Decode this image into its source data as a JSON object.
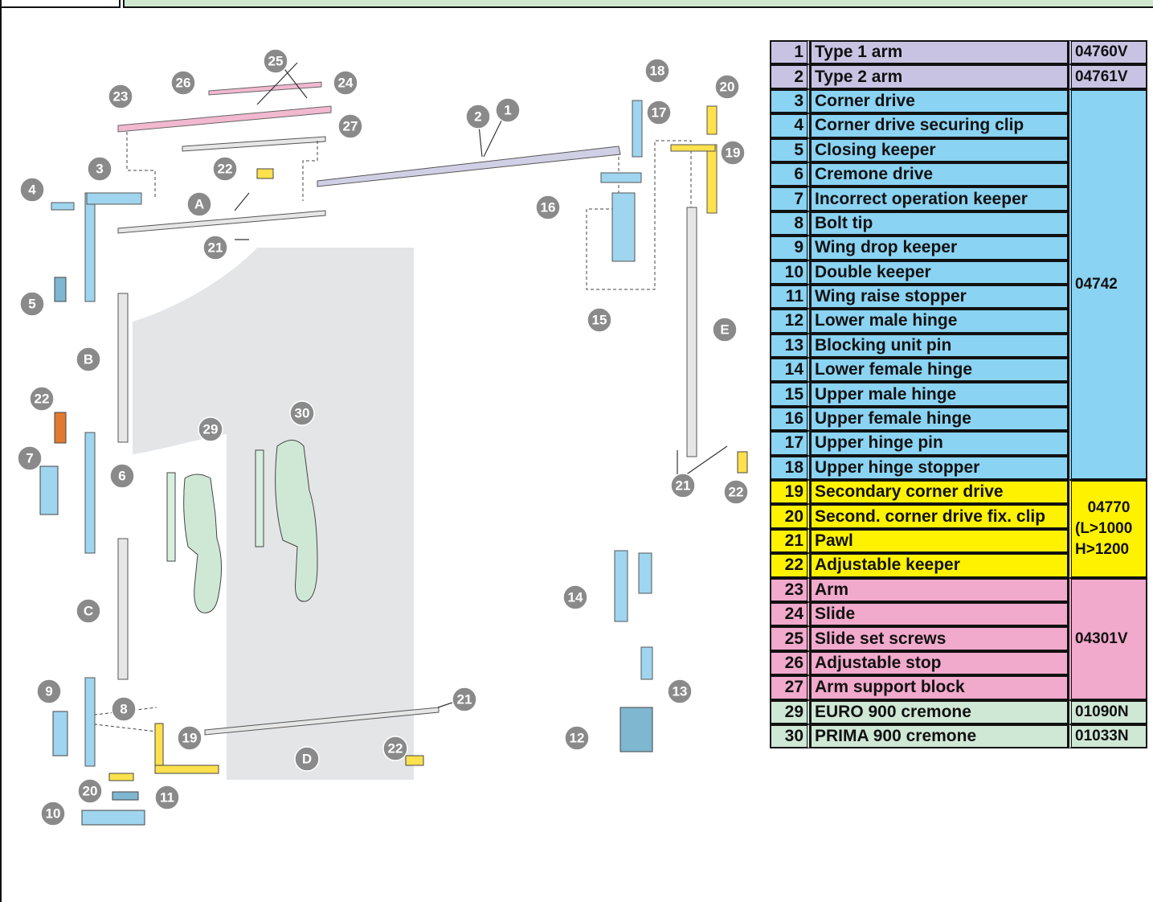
{
  "colors": {
    "purple": "#c9c3e3",
    "blue": "#8ad3f2",
    "yellow": "#fff200",
    "pink": "#f1a9cc",
    "green": "#cfe8d6",
    "callout": "#8a8a8a"
  },
  "parts": [
    {
      "num": "1",
      "name": "Type 1 arm",
      "group": "purple"
    },
    {
      "num": "2",
      "name": "Type 2 arm",
      "group": "purple"
    },
    {
      "num": "3",
      "name": "Corner drive",
      "group": "blue"
    },
    {
      "num": "4",
      "name": "Corner drive securing clip",
      "group": "blue"
    },
    {
      "num": "5",
      "name": "Closing keeper",
      "group": "blue"
    },
    {
      "num": "6",
      "name": "Cremone drive",
      "group": "blue"
    },
    {
      "num": "7",
      "name": "Incorrect operation keeper",
      "group": "blue"
    },
    {
      "num": "8",
      "name": "Bolt tip",
      "group": "blue"
    },
    {
      "num": "9",
      "name": "Wing drop keeper",
      "group": "blue"
    },
    {
      "num": "10",
      "name": "Double keeper",
      "group": "blue"
    },
    {
      "num": "11",
      "name": "Wing raise stopper",
      "group": "blue"
    },
    {
      "num": "12",
      "name": "Lower male hinge",
      "group": "blue"
    },
    {
      "num": "13",
      "name": "Blocking unit pin",
      "group": "blue"
    },
    {
      "num": "14",
      "name": "Lower female hinge",
      "group": "blue"
    },
    {
      "num": "15",
      "name": "Upper male hinge",
      "group": "blue"
    },
    {
      "num": "16",
      "name": "Upper female hinge",
      "group": "blue"
    },
    {
      "num": "17",
      "name": "Upper hinge pin",
      "group": "blue"
    },
    {
      "num": "18",
      "name": "Upper hinge stopper",
      "group": "blue"
    },
    {
      "num": "19",
      "name": "Secondary corner drive",
      "group": "yellow"
    },
    {
      "num": "20",
      "name": "Second. corner drive fix. clip",
      "group": "yellow"
    },
    {
      "num": "21",
      "name": "Pawl",
      "group": "yellow"
    },
    {
      "num": "22",
      "name": "Adjustable keeper",
      "group": "yellow"
    },
    {
      "num": "23",
      "name": "Arm",
      "group": "pink"
    },
    {
      "num": "24",
      "name": "Slide",
      "group": "pink"
    },
    {
      "num": "25",
      "name": "Slide set screws",
      "group": "pink"
    },
    {
      "num": "26",
      "name": "Adjustable stop",
      "group": "pink"
    },
    {
      "num": "27",
      "name": "Arm support block",
      "group": "pink"
    },
    {
      "num": "29",
      "name": "EURO 900 cremone",
      "group": "green"
    },
    {
      "num": "30",
      "name": "PRIMA 900 cremone",
      "group": "green"
    }
  ],
  "codes": {
    "type1": "04760V",
    "type2": "04761V",
    "main": "04742",
    "secondary_1": "04770",
    "secondary_2": "(L>1000",
    "secondary_3": "H>1200",
    "arm_set": "04301V",
    "euro": "01090N",
    "prima": "01033N"
  },
  "diagram": {
    "letters": [
      "A",
      "B",
      "C",
      "D",
      "E"
    ],
    "callouts": [
      "1",
      "2",
      "3",
      "4",
      "5",
      "6",
      "7",
      "8",
      "9",
      "10",
      "11",
      "12",
      "13",
      "14",
      "15",
      "16",
      "17",
      "18",
      "19",
      "19",
      "20",
      "20",
      "21",
      "21",
      "21",
      "22",
      "22",
      "22",
      "22",
      "23",
      "24",
      "25",
      "26",
      "27",
      "29",
      "30"
    ]
  }
}
